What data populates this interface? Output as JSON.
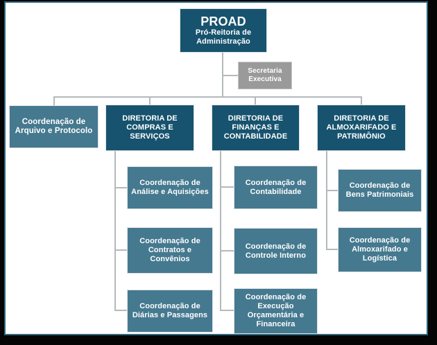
{
  "palette": {
    "dark": "#17536e",
    "mid": "#45798f",
    "gray": "#9a9a9a",
    "line": "#b3b8bb",
    "frame": "#2f6780"
  },
  "org": {
    "root": {
      "name": "PROAD",
      "subtitle": "Pró-Reitoria de Administração"
    },
    "secretariat": {
      "label": "Secretaria Executiva"
    },
    "units": [
      {
        "label": "Coordenação de Arquivo e Protocolo",
        "children": []
      },
      {
        "label": "DIRETORIA DE COMPRAS E SERVIÇOS",
        "children": [
          "Coordenação de Análise e Aquisições",
          "Coordenação de Contratos e Convênios",
          "Coordenação de Diárias e Passagens"
        ]
      },
      {
        "label": "DIRETORIA DE FINANÇAS E CONTABILIDADE",
        "children": [
          "Coordenação de Contabilidade",
          "Coordenação de Controle Interno",
          "Coordenação de Execução Orçamentária e Financeira"
        ]
      },
      {
        "label": "DIRETORIA DE ALMOXARIFADO E PATRIMÔNIO",
        "children": [
          "Coordenação de Bens Patrimoniais",
          "Coordenação de Almoxarifado e Logística"
        ]
      }
    ]
  }
}
